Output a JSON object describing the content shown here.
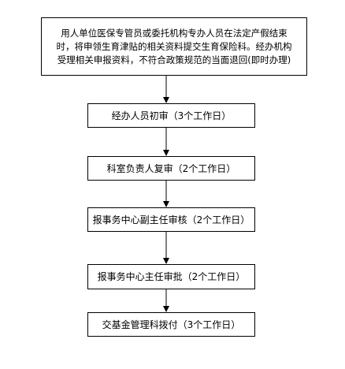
{
  "flow": {
    "start": {
      "lines": [
        "用人单位医保专管员或委托机构专办人员在法定产假结束",
        "时，将申领生育津贴的相关资料提交生育保险科。经办机构",
        "受理相关申报资料，不符合政策规范的当面退回(即时办理)"
      ]
    },
    "steps": [
      "经办人员初审（3个工作日）",
      "科室负责人复审（2个工作日）",
      "报事务中心副主任审核（2个工作日）",
      "报事务中心主任审批（2个工作日）",
      "交基金管理科拨付（3个工作日）"
    ]
  }
}
